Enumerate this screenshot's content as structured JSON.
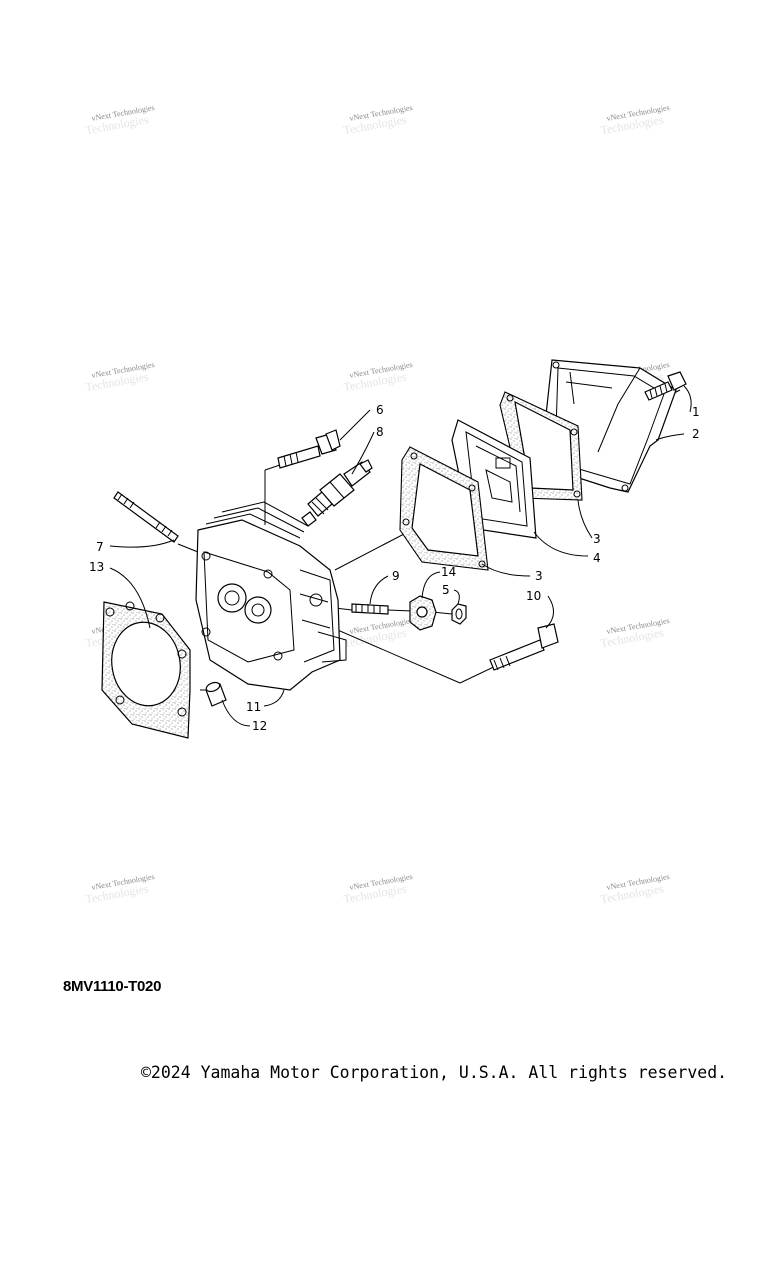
{
  "diagram": {
    "part_code": "8MV1110-T020",
    "copyright": "©2024 Yamaha Motor Corporation, U.S.A. All rights reserved.",
    "watermark_text": "vNext Technologies",
    "callouts": [
      {
        "id": "c1",
        "label": "1"
      },
      {
        "id": "c2",
        "label": "2"
      },
      {
        "id": "c3a",
        "label": "3"
      },
      {
        "id": "c4",
        "label": "4"
      },
      {
        "id": "c3b",
        "label": "3"
      },
      {
        "id": "c5",
        "label": "5"
      },
      {
        "id": "c6",
        "label": "6"
      },
      {
        "id": "c7",
        "label": "7"
      },
      {
        "id": "c8",
        "label": "8"
      },
      {
        "id": "c9",
        "label": "9"
      },
      {
        "id": "c10",
        "label": "10"
      },
      {
        "id": "c11",
        "label": "11"
      },
      {
        "id": "c12",
        "label": "12"
      },
      {
        "id": "c13",
        "label": "13"
      },
      {
        "id": "c14",
        "label": "14"
      }
    ]
  }
}
